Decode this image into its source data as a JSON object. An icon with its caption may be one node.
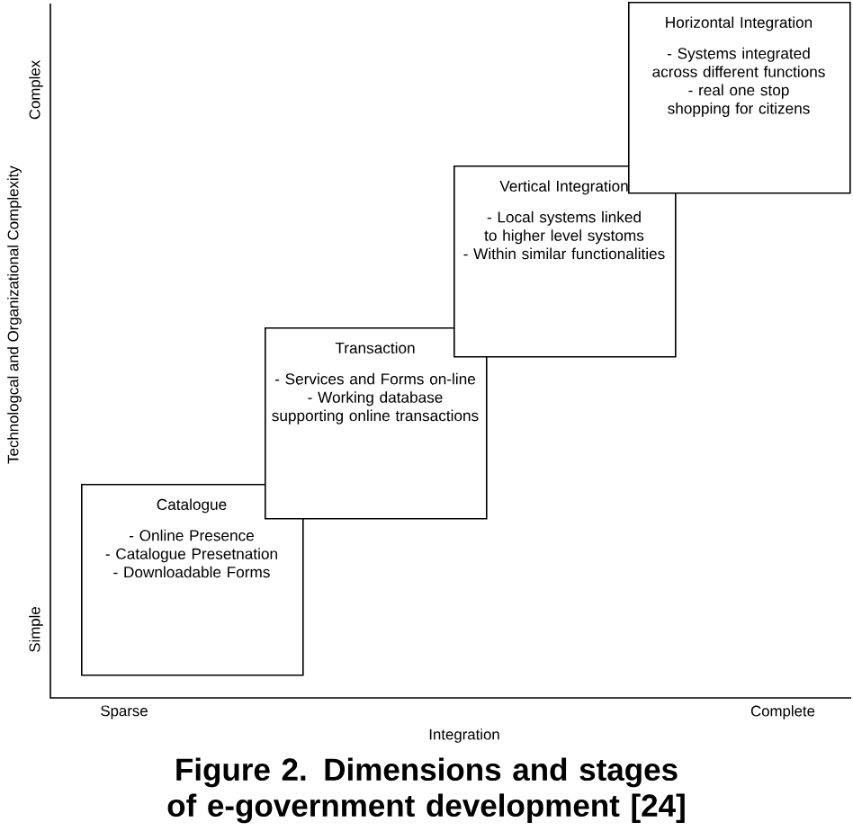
{
  "diagram": {
    "caption": "Figure 2. Dimensions and stages of e-government development [24]",
    "nodes": [
      {
        "text": [
          "Catalogue",
          "- Online Presence",
          "- Catalogue Presetnation",
          "- Downloadable Forms"
        ]
      },
      {
        "text": [
          "Transaction",
          "- Services and Forms on-line",
          "- Working database supporting online transactions"
        ]
      },
      {
        "text": [
          "Vertical Integration",
          "- Local systems linked to higher level systoms",
          "- Within similar functionalities"
        ]
      },
      {
        "text": [
          "Horizontal Integration",
          "- Systems integrated across different functions",
          "- real one stop shopping for citizens"
        ]
      }
    ],
    "edges": [],
    "labels": [
      "Complex",
      "Technologcal and Organizational Complexity",
      "Simple",
      "Sparse",
      "Complete",
      "Integration"
    ]
  }
}
